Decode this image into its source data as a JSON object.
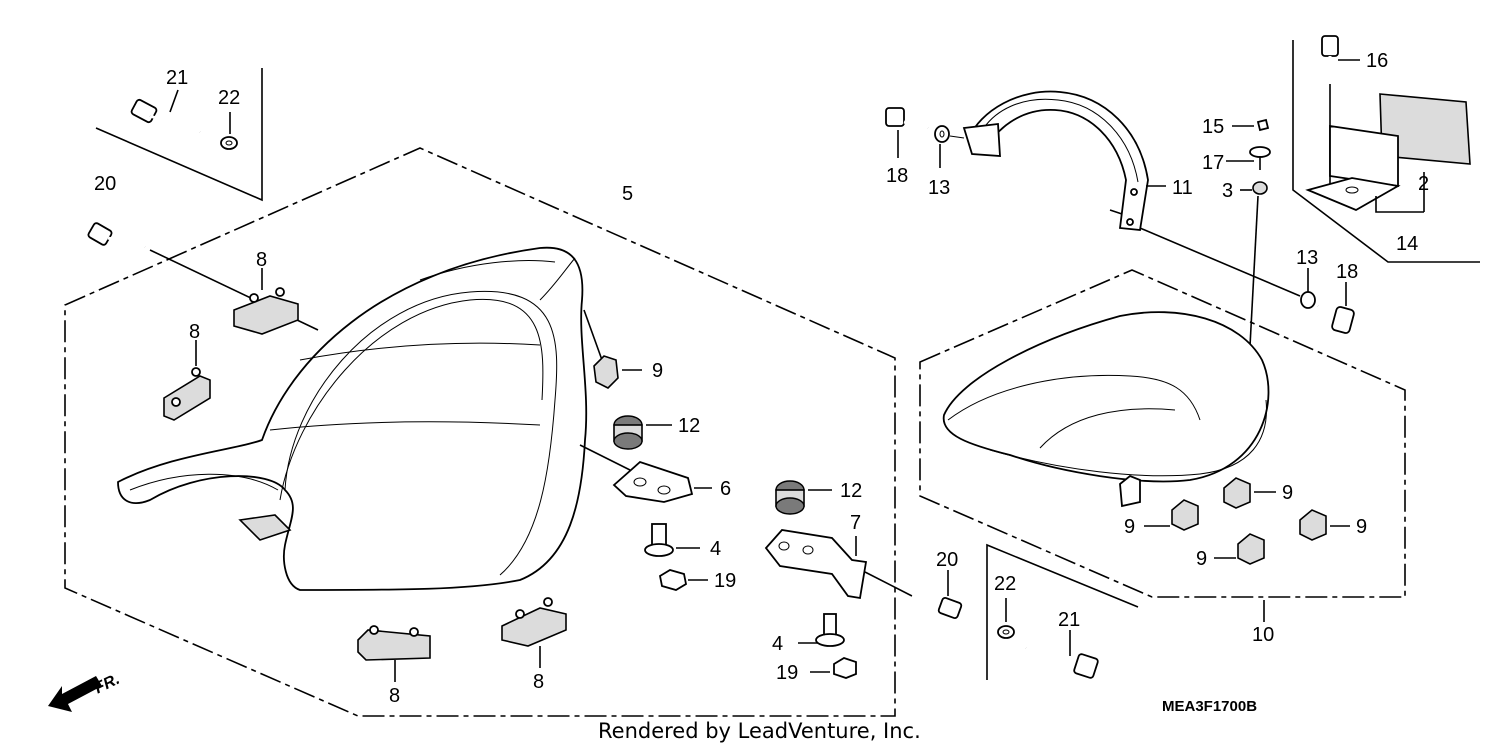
{
  "diagram": {
    "code": "MEA3F1700B",
    "render_credit": "Rendered by LeadVenture, Inc.",
    "direction": "FR.",
    "callouts": [
      "21",
      "22",
      "20",
      "8",
      "8",
      "8",
      "8",
      "5",
      "9",
      "12",
      "6",
      "4",
      "19",
      "12",
      "7",
      "4",
      "19",
      "20",
      "22",
      "21",
      "18",
      "13",
      "11",
      "16",
      "15",
      "17",
      "3",
      "2",
      "14",
      "13",
      "18",
      "9",
      "9",
      "9",
      "9",
      "9",
      "10"
    ]
  }
}
